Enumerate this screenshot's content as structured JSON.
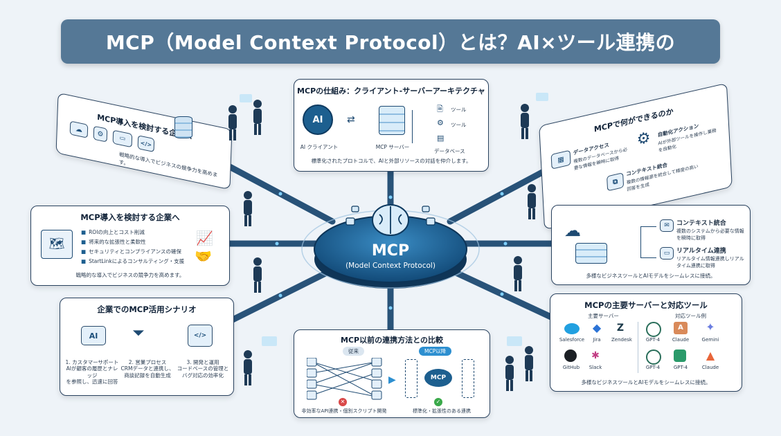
{
  "title": "MCP（Model Context Protocol）とは？AI×ツール連携の",
  "hub": {
    "name": "MCP",
    "subtitle": "(Model Context Protocol)"
  },
  "architecture": {
    "heading": "MCPの仕組み：クライアント-サーバーアーキテクチャ",
    "client_label": "AI クライアント",
    "client_icon_text": "AI",
    "server_label": "MCP サーバー",
    "tool_label_1": "ツール",
    "tool_label_2": "ツール",
    "db_label": "データベース",
    "caption": "標準化されたプロトコルで、AIと外部リソースの対話を仲介します。"
  },
  "top_left_card": {
    "heading": "MCP導入を検討する企業へ",
    "caption": "戦略的な導入でビジネスの競争力を高めます。"
  },
  "mid_left_card": {
    "heading": "MCP導入を検討する企業へ",
    "bullets": [
      "ROIの向上とコスト削減",
      "将来的な拡張性と柔軟性",
      "セキュリティとコンプライアンスの確保",
      "StartLinkによるコンサルティング・支援"
    ],
    "caption": "戦略的な導入でビジネスの競争力を高めます。"
  },
  "top_right_card": {
    "heading": "MCPで何ができるのか",
    "item1_title": "データアクセス",
    "item1_text": "複数のデータベースから必要な情報を瞬時に取得",
    "item2_title": "自動化アクション",
    "item2_text": "AIが外部ツールを操作し業務を自動化",
    "item3_title": "コンテキスト統合",
    "item3_text": "複数の情報源を統合して精度の高い回答を生成"
  },
  "mid_right_card": {
    "item1_title": "コンテキスト統合",
    "item1_text": "複数のシステムから必要な情報を瞬時に取得",
    "item2_title": "リアルタイム連携",
    "item2_text": "リアルタイム情報連携しリアルタイム連携に取得",
    "caption": "多様なビジネスツールとAIモデルをシームレスに接続。"
  },
  "scenario_card": {
    "heading": "企業でのMCP活用シナリオ",
    "ai_icon_text": "AI",
    "items": [
      {
        "line1": "1. カスタマーサポート",
        "line2": "AIが顧客の履歴とナレッジ",
        "line3": "を参照し、迅速に回答"
      },
      {
        "line1": "2. 営業プロセス",
        "line2": "CRMデータと連携し、",
        "line3": "商談記録を自動生成"
      },
      {
        "line1": "3. 開発と運用",
        "line2": "コードベースの管理と",
        "line3": "バグ対応の効率化"
      }
    ]
  },
  "comparison_card": {
    "heading": "MCP以前の連携方法との比較",
    "before_tag": "従来",
    "after_tag": "MCP以降",
    "hub_text": "MCP",
    "before_caption": "非効率なAPI連携・個別スクリプト開発",
    "after_caption": "標準化・拡張性のある連携"
  },
  "servers_card": {
    "heading": "MCPの主要サーバーと対応ツール",
    "servers_heading": "主要サーバー",
    "tools_heading": "対応ツール例",
    "servers": [
      "Salesforce",
      "Jira",
      "Zendesk",
      "GitHub",
      "Slack"
    ],
    "tools": [
      "GPT-4",
      "Claude",
      "Gemini",
      "GPT-4",
      "GPT-4",
      "Claude"
    ],
    "caption": "多様なビジネスツールとAIモデルをシームレスに接続。"
  },
  "colors": {
    "title_bg": "#557896",
    "hub": "#1d5f8f",
    "hub_dark": "#123f66",
    "line": "#1e4a72",
    "accent": "#2d8fd0"
  }
}
